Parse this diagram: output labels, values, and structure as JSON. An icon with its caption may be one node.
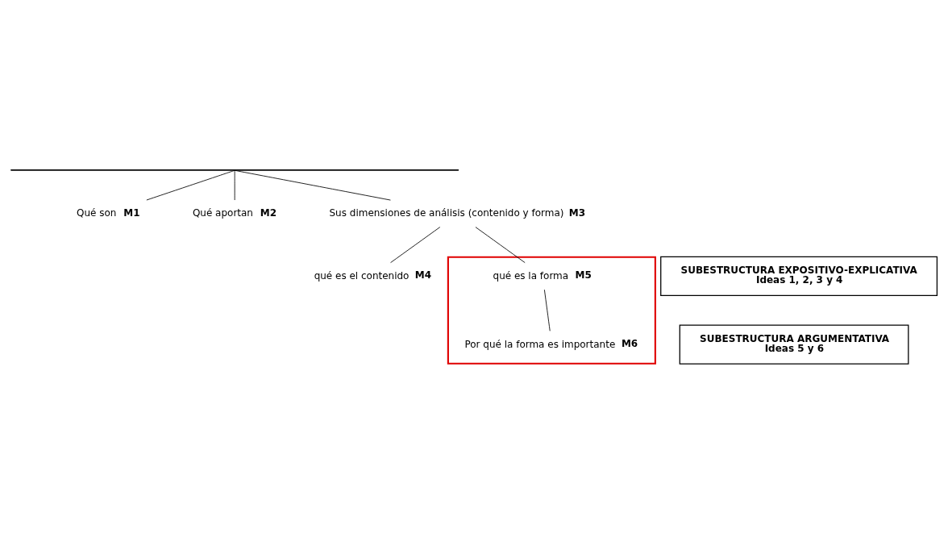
{
  "diagram": {
    "nodes": [
      {
        "text": [],
        "shape": "bar"
      },
      {
        "text": [
          "Qué son"
        ],
        "beside": [
          "M1"
        ]
      },
      {
        "text": [
          "Qué aportan"
        ],
        "beside": [
          "M2"
        ]
      },
      {
        "text": [
          "Sus dimensiones de análisis (contenido y forma)"
        ],
        "beside": [
          "M3"
        ]
      },
      {
        "text": [
          "SUBESTRUCTURA EXPOSITIVO-EXPLICATIVA",
          "Ideas 1, 2, 3 y 4"
        ]
      },
      {
        "text": [
          "qué es el contenido"
        ],
        "beside": [
          "M4"
        ]
      },
      {
        "text": [],
        "shape": "box"
      },
      {
        "text": [
          "qué es la forma"
        ],
        "in": 6,
        "beside": [
          "M5"
        ]
      },
      {
        "text": [
          "Por qué la forma es importante"
        ],
        "in": 6,
        "beside": [
          "M6"
        ]
      },
      {
        "text": [
          "SUBESTRUCTURA ARGUMENTATIVA",
          "Ideas 5 y 6"
        ]
      }
    ],
    "edges": [
      {
        "from": 0,
        "to": 1,
        "arrow": "none"
      },
      {
        "from": 0,
        "to": 2,
        "arrow": "none"
      },
      {
        "from": 0,
        "to": 3,
        "arrow": "none"
      },
      {
        "from": 3,
        "to": 5,
        "arrow": "none"
      },
      {
        "from": 3,
        "to": 7,
        "arrow": "none"
      },
      {
        "from": 7,
        "to": 8,
        "arrow": "none"
      }
    ]
  }
}
